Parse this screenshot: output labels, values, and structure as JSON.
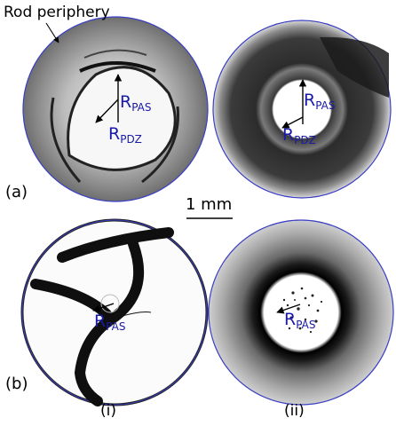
{
  "annotations": {
    "rod_periphery": "Rod periphery",
    "scale_bar": "1 mm"
  },
  "row_labels": {
    "a": "(a)",
    "b": "(b)"
  },
  "column_labels": {
    "i": "(i)",
    "ii": "(ii)"
  },
  "radius_labels": {
    "r_symbol": "R",
    "pas_sub": "PAS",
    "pdz_sub": "PDZ"
  },
  "colors": {
    "disk_outline": "#3a3fc4",
    "radius_label": "#1a1aa8",
    "ink": "#000000"
  }
}
